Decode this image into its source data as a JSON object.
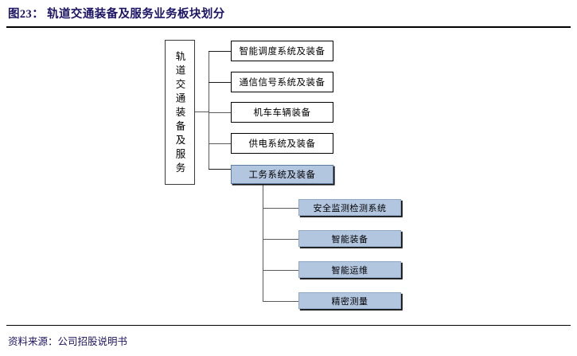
{
  "figure": {
    "title": "图23： 轨道交通装备及服务业务板块划分",
    "source": "资料来源：公司招股说明书"
  },
  "colors": {
    "title_text": "#1b1464",
    "highlight_fill": "#b3c6e0",
    "plain_fill": "#ffffff",
    "border": "#000000",
    "connector": "#5a5a5a"
  },
  "diagram": {
    "type": "tree",
    "root": {
      "label": "轨道交通装备及服务",
      "orientation": "vertical-text"
    },
    "level1": [
      {
        "label": "智能调度系统及装备",
        "highlighted": false
      },
      {
        "label": "通信信号系统及装备",
        "highlighted": false
      },
      {
        "label": "机车车辆装备",
        "highlighted": false
      },
      {
        "label": "供电系统及装备",
        "highlighted": false
      },
      {
        "label": "工务系统及装备",
        "highlighted": true
      }
    ],
    "level2_parent": "工务系统及装备",
    "level2": [
      {
        "label": "安全监测检测系统",
        "highlighted": true
      },
      {
        "label": "智能装备",
        "highlighted": true
      },
      {
        "label": "智能运维",
        "highlighted": true
      },
      {
        "label": "精密测量",
        "highlighted": true
      }
    ]
  }
}
